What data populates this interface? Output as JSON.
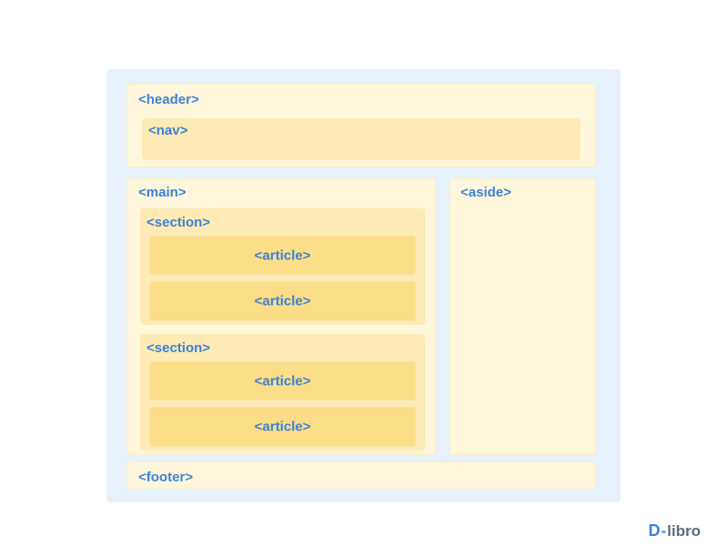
{
  "diagram": {
    "header": {
      "label": "<header>"
    },
    "nav": {
      "label": "<nav>"
    },
    "main": {
      "label": "<main>"
    },
    "aside": {
      "label": "<aside>"
    },
    "sections": [
      {
        "label": "<section>",
        "articles": [
          "<article>",
          "<article>"
        ]
      },
      {
        "label": "<section>",
        "articles": [
          "<article>",
          "<article>"
        ]
      }
    ],
    "footer": {
      "label": "<footer>"
    }
  },
  "branding": {
    "logo_mark": "D",
    "logo_text": "libro"
  },
  "colors": {
    "outer_bg": "#e6f1fc",
    "container_bg": "#fff7dc",
    "section_bg": "#feeab5",
    "article_bg": "#fcdd88",
    "label_text": "#3d82d8"
  }
}
